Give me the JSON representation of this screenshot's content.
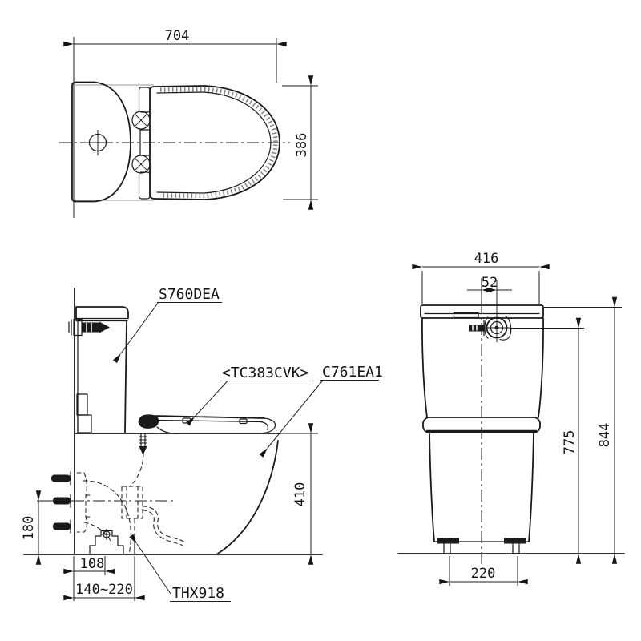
{
  "labels": {
    "tank": "S760DEA",
    "seat_lid": "<TC383CVK>",
    "bowl": "C761EA1",
    "supply_hose": "THX918"
  },
  "top_view": {
    "overall_depth": "704",
    "seat_width": "386"
  },
  "side_view": {
    "rim_height": "410",
    "supply_height": "180",
    "outlet_to_wall": "108",
    "rough_in": "140~220"
  },
  "rear_view": {
    "tank_width": "416",
    "supply_offset": "52",
    "supply_total_height": "775",
    "overall_height": "844",
    "bolt_spacing": "220"
  },
  "colors": {
    "line": "#1a1a1a",
    "thin_line": "#9a9a9a",
    "background": "#ffffff"
  }
}
